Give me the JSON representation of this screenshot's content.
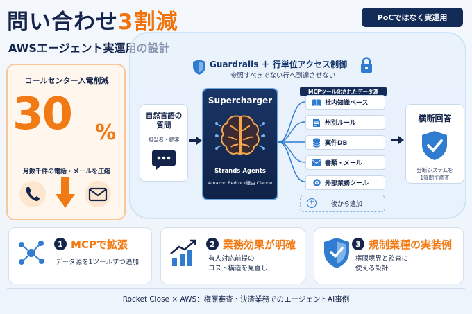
{
  "title": {
    "main": "問い合わせ",
    "highlight": "3割減"
  },
  "subtitle": "AWSエージェント実運用の設計",
  "badge": "PoCではなく実運用",
  "guardrail": {
    "title": "Guardrails ＋ 行単位アクセス制御",
    "subtitle": "参照すべきでない行へ到達させない"
  },
  "left_card": {
    "label": "コールセンター入電削減",
    "value": "30",
    "unit": "%",
    "description": "月数千件の電話・メールを圧縮"
  },
  "input_card": {
    "title_line1": "自然言語の",
    "title_line2": "質問",
    "subtitle": "担当者・顧客"
  },
  "core": {
    "title": "Supercharger",
    "line1": "Strands Agents",
    "line2": "Amazon Bedrock経由 Claude"
  },
  "mcp": {
    "header": "MCPツール化されたデータ源",
    "items": [
      {
        "label": "社内知識ベース"
      },
      {
        "label": "州別ルール"
      },
      {
        "label": "案件DB"
      },
      {
        "label": "書類・メール"
      },
      {
        "label": "外部業務ツール"
      }
    ],
    "add_label": "後から追加"
  },
  "output_card": {
    "title": "横断回答",
    "line1": "分断システムを",
    "line2": "1質問で調査"
  },
  "features": [
    {
      "num": "1",
      "title": "MCPで拡張",
      "desc_line1": "データ源を1ツールずつ追加",
      "desc_line2": ""
    },
    {
      "num": "2",
      "title": "業務効果が明確",
      "desc_line1": "有人対応前提の",
      "desc_line2": "コスト構造を見直し"
    },
    {
      "num": "3",
      "title": "規制業種の実装例",
      "desc_line1": "権限境界と監査に",
      "desc_line2": "使える設計"
    }
  ],
  "footer": "Rocket Close × AWS：権原審査・決済業務でのエージェントAI事例",
  "colors": {
    "accent": "#f27a14",
    "navy": "#14244a",
    "blue": "#2f7cd1"
  }
}
